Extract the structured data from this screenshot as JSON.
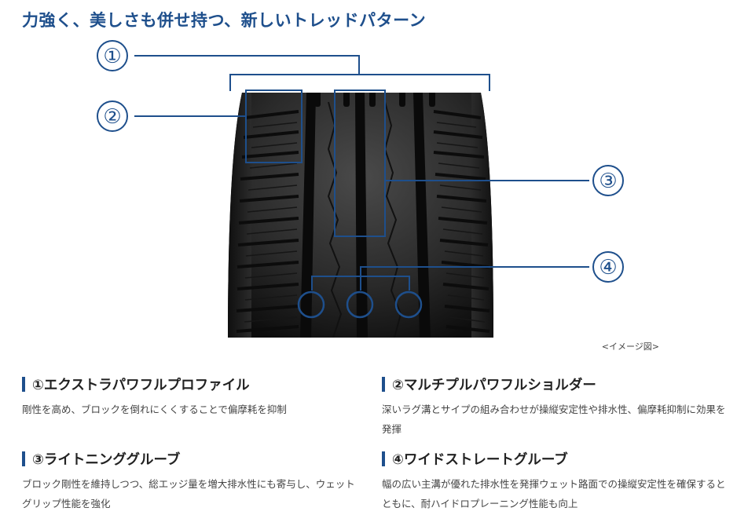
{
  "title": "力強く、美しさも併せ持つ、新しいトレッドパターン",
  "image_caption": "<イメージ図>",
  "callouts": [
    "①",
    "②",
    "③",
    "④"
  ],
  "colors": {
    "accent": "#1e4f8c",
    "tire_dark": "#141414",
    "tire_tread": "#3a3a3a"
  },
  "features": [
    {
      "heading": "①エクストラパワフルプロファイル",
      "description": "剛性を高め、ブロックを倒れにくくすることで偏摩耗を抑制"
    },
    {
      "heading": "②マルチプルパワフルショルダー",
      "description": "深いラグ溝とサイプの組み合わせが操縦安定性や排水性、偏摩耗抑制に効果を発揮"
    },
    {
      "heading": "③ライトニンググルーブ",
      "description": "ブロック剛性を維持しつつ、総エッジ量を増大排水性にも寄与し、ウェットグリップ性能を強化"
    },
    {
      "heading": "④ワイドストレートグルーブ",
      "description": "幅の広い主溝が優れた排水性を発揮ウェット路面での操縦安定性を確保するとともに、耐ハイドロプレーニング性能も向上"
    }
  ]
}
